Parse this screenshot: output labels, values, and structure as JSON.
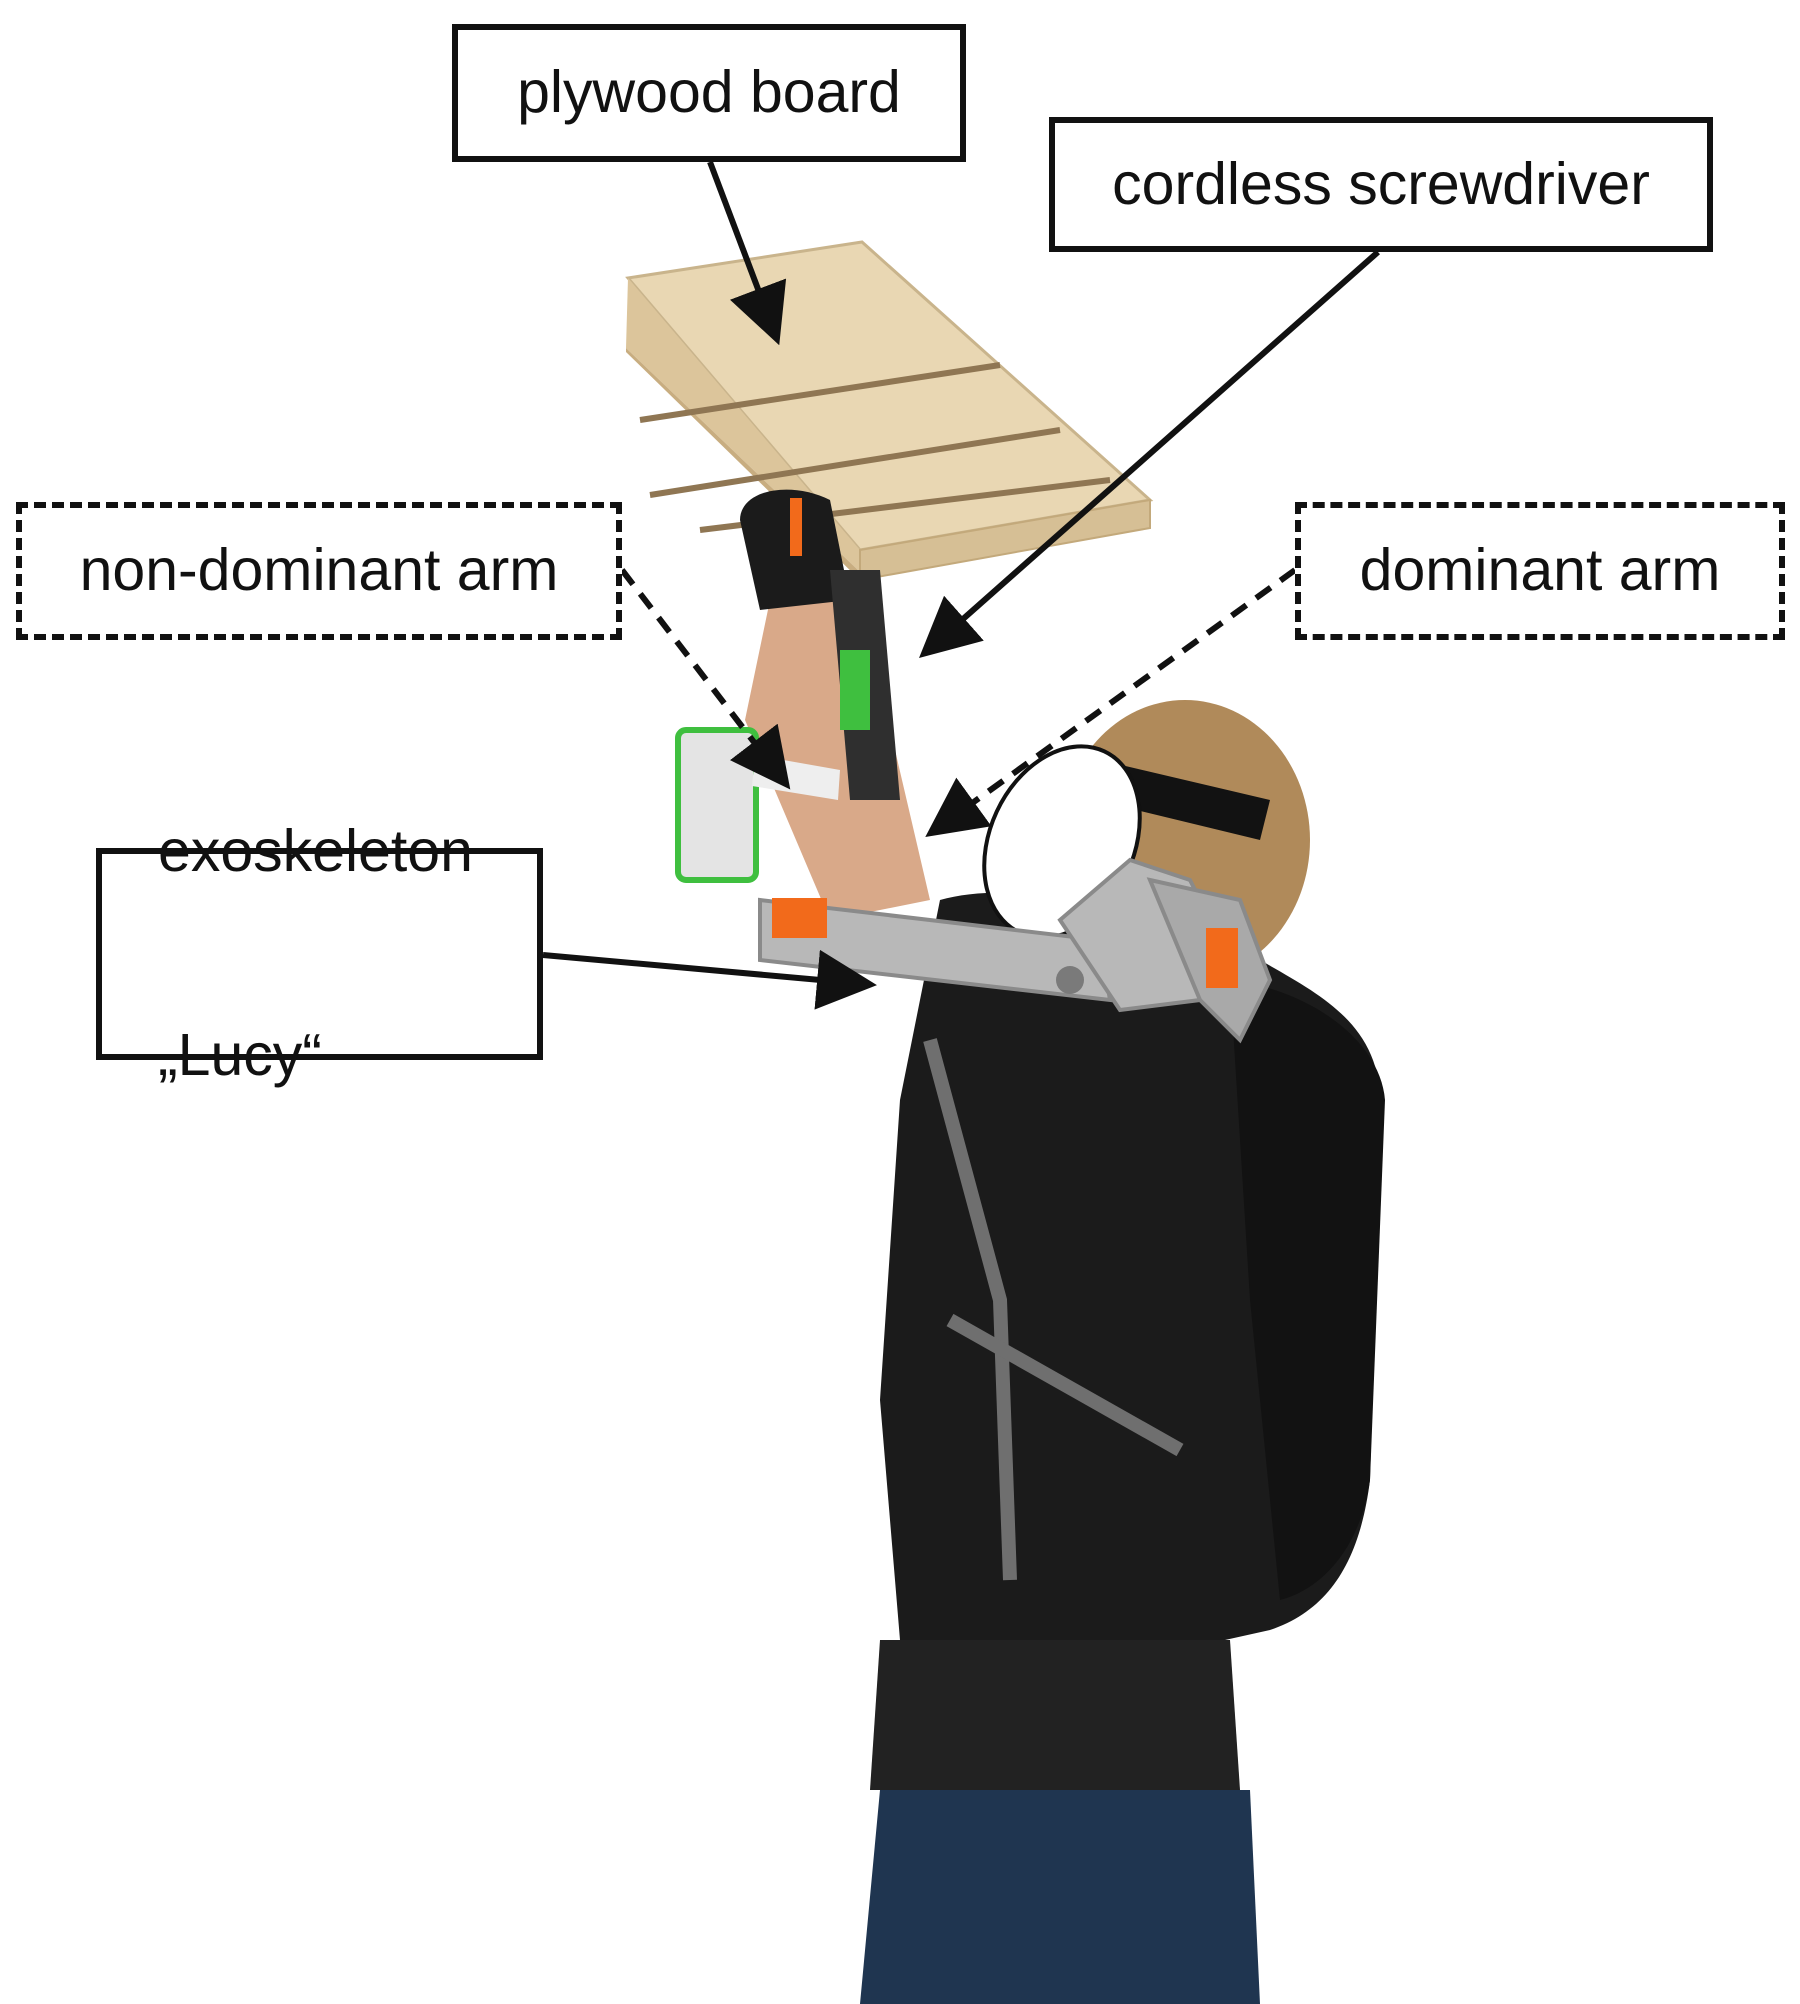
{
  "labels": {
    "plywood_board": "plywood board",
    "cordless_screwdriver": "cordless screwdriver",
    "non_dominant_arm": "non-dominant arm",
    "dominant_arm": "dominant arm",
    "exoskeleton_line1": "exoskeleton",
    "exoskeleton_line2": "„Lucy“"
  },
  "colors": {
    "ink": "#111111",
    "wood": "#e6d3b0",
    "shirt": "#1a1a1a",
    "pants": "#1f3550",
    "hair": "#b08a5a",
    "skin": "#d9a989",
    "exo_metal": "#b8b8b8",
    "exo_orange": "#f26a1b",
    "drill_green": "#3fbf3f"
  }
}
